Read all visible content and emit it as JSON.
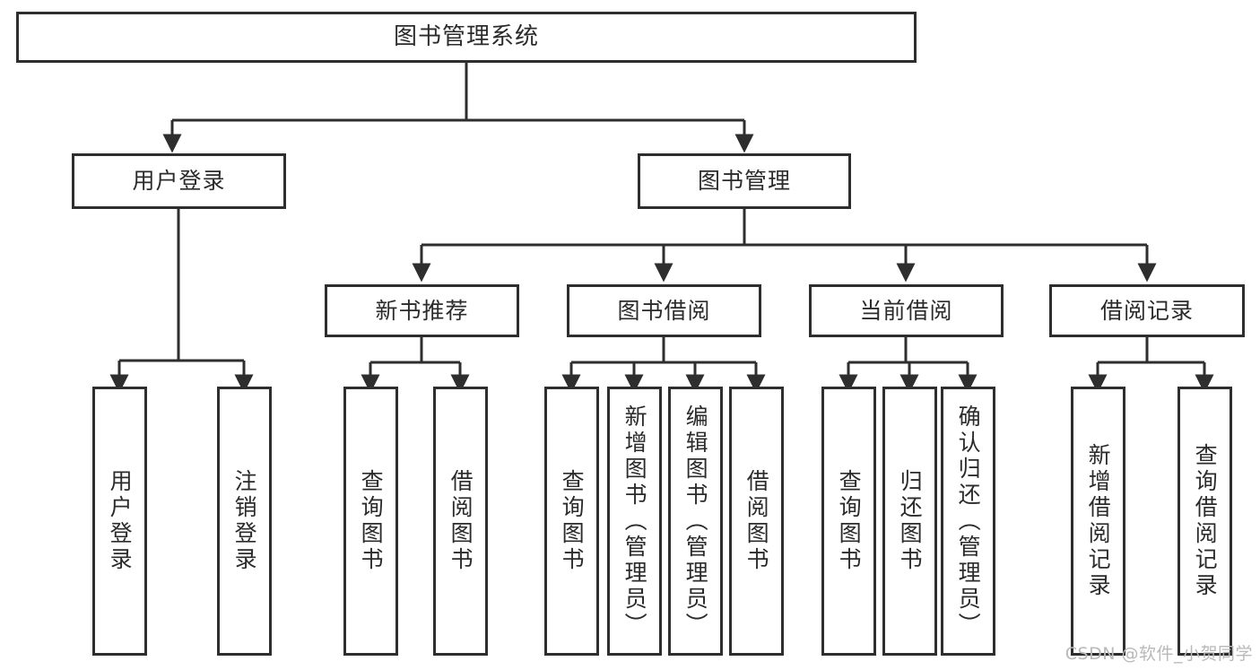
{
  "diagram": {
    "title": "图书管理系统",
    "watermark": "CSDN @软件_小贺同学",
    "colors": {
      "stroke": "#2e2e2e",
      "fill": "#ffffff",
      "text": "#2b2b2b",
      "watermark": "#b9b9b9"
    },
    "root": {
      "label": "图书管理系统"
    },
    "level2": [
      {
        "label": "用户登录"
      },
      {
        "label": "图书管理"
      }
    ],
    "level3": [
      {
        "label": "新书推荐"
      },
      {
        "label": "图书借阅"
      },
      {
        "label": "当前借阅"
      },
      {
        "label": "借阅记录"
      }
    ],
    "leaves": {
      "user_login": [
        {
          "label": "用户登录"
        },
        {
          "label": "注销登录"
        }
      ],
      "new_book_recommend": [
        {
          "label": "查询图书"
        },
        {
          "label": "借阅图书"
        }
      ],
      "book_borrow": [
        {
          "label": "查询图书"
        },
        {
          "label": "新增图书（管理员）"
        },
        {
          "label": "编辑图书（管理员）"
        },
        {
          "label": "借阅图书"
        }
      ],
      "current_borrow": [
        {
          "label": "查询图书"
        },
        {
          "label": "归还图书"
        },
        {
          "label": "确认归还（管理员）"
        }
      ],
      "borrow_record": [
        {
          "label": "新增借阅记录"
        },
        {
          "label": "查询借阅记录"
        }
      ]
    }
  }
}
